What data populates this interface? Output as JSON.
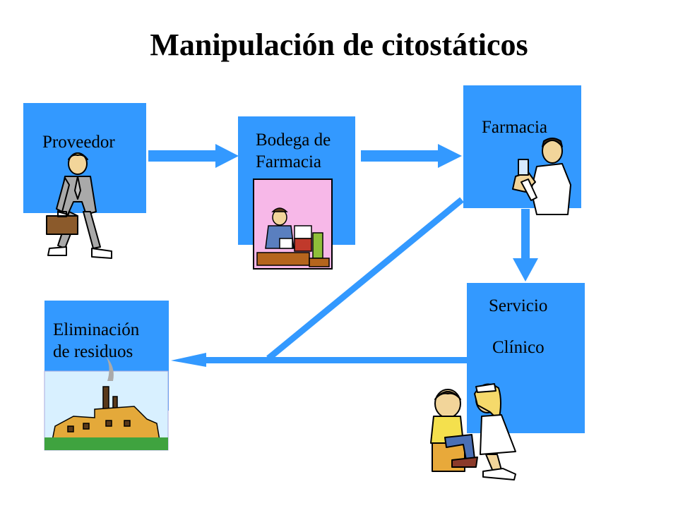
{
  "title": "Manipulación de citostáticos",
  "colors": {
    "box": "#3399ff",
    "arrow": "#3399ff"
  },
  "nodes": {
    "proveedor": {
      "label": "Proveedor",
      "icon": "businessman-with-briefcase"
    },
    "bodega": {
      "label": "Bodega de\nFarmacia",
      "icon": "office-worker-at-desk"
    },
    "farmacia": {
      "label": "Farmacia",
      "icon": "pharmacist-with-bottle"
    },
    "servicio": {
      "label_line1": "Servicio",
      "label_line2": "Clínico",
      "icon": "nurse-and-patient"
    },
    "eliminacion": {
      "label": "Eliminación\nde residuos",
      "icon": "factory-with-smokestacks"
    }
  }
}
